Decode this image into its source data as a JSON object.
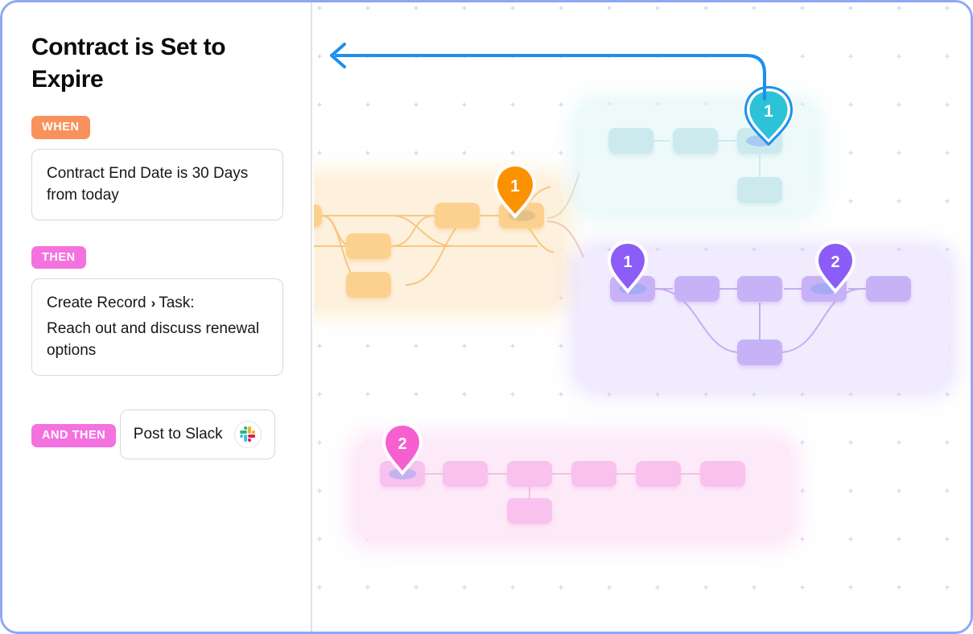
{
  "sidebar": {
    "title": "Contract is Set to Expire",
    "sections": [
      {
        "badge": "WHEN",
        "badge_color": "#f9915c",
        "card_text": "Contract End Date is 30 Days from today"
      },
      {
        "badge": "THEN",
        "badge_color": "#f472e0",
        "card_action": "Create Record",
        "card_separator": "›",
        "card_object": "Task:",
        "card_detail": "Reach out and discuss renewal options"
      },
      {
        "badge": "AND THEN",
        "badge_color": "#f472e0",
        "card_text": "Post to Slack",
        "card_icon": "slack-icon"
      }
    ]
  },
  "canvas": {
    "arrow": {
      "name": "return-arrow",
      "color": "#1e8fee",
      "direction": "left"
    },
    "grid": {
      "dot_color": "#ded8fa",
      "spacing": 60
    },
    "groups": [
      {
        "name": "orange-group",
        "color": "#fdf0dd",
        "node_color": "#fcd190",
        "pin": {
          "label": "1",
          "color": "#fb9000"
        },
        "node_count": 5
      },
      {
        "name": "teal-group",
        "color": "#eefafa",
        "node_color": "#cceaee",
        "pin": {
          "label": "1",
          "color": "#2cc2d8",
          "ring": "#1e8fee",
          "selected": true
        },
        "node_count": 4
      },
      {
        "name": "purple-group",
        "color": "#f1ecfd",
        "node_color": "#c8b2f7",
        "pins": [
          {
            "label": "1",
            "color": "#8b5cf6"
          },
          {
            "label": "2",
            "color": "#8b5cf6"
          }
        ],
        "node_count": 6
      },
      {
        "name": "pink-group",
        "color": "#fdeaf8",
        "node_color": "#f9c1ed",
        "pin": {
          "label": "2",
          "color": "#f55fd0"
        },
        "node_count": 7
      }
    ]
  }
}
